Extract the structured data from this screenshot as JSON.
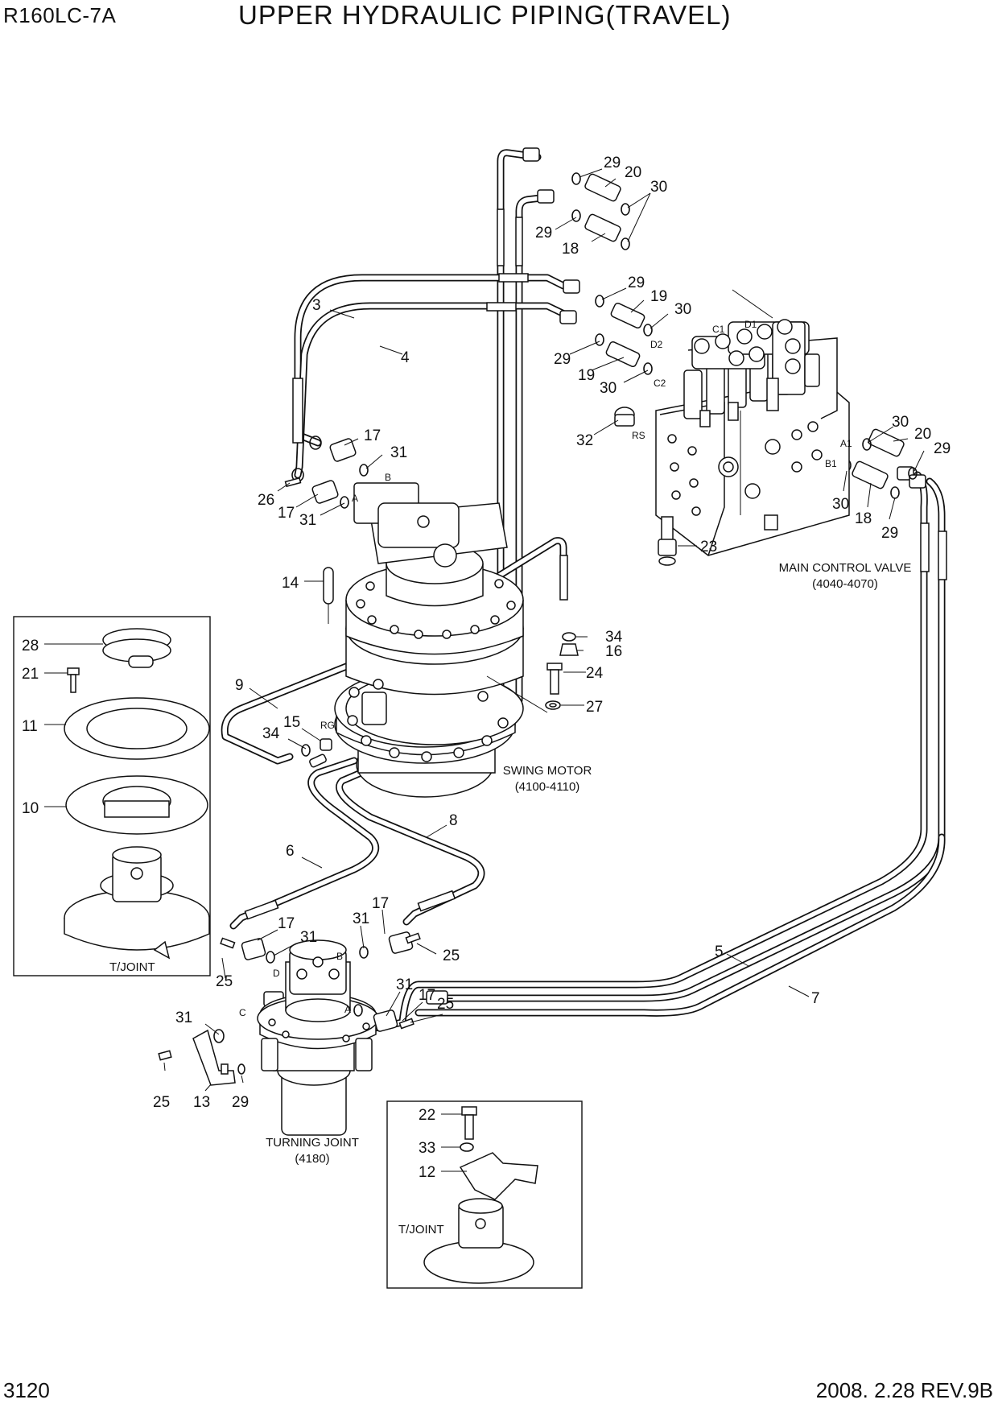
{
  "header": {
    "model": "R160LC-7A",
    "title": "UPPER HYDRAULIC PIPING(TRAVEL)"
  },
  "footer": {
    "page": "3120",
    "revision": "2008. 2.28  REV.9B"
  },
  "callouts": [
    {
      "id": "c29a",
      "label": "29"
    },
    {
      "id": "c20a",
      "label": "20"
    },
    {
      "id": "c30a",
      "label": "30"
    },
    {
      "id": "c29b",
      "label": "29"
    },
    {
      "id": "c18a",
      "label": "18"
    },
    {
      "id": "c29c",
      "label": "29"
    },
    {
      "id": "c19a",
      "label": "19"
    },
    {
      "id": "c30b",
      "label": "30"
    },
    {
      "id": "c29d",
      "label": "29"
    },
    {
      "id": "c19b",
      "label": "19"
    },
    {
      "id": "c30c",
      "label": "30"
    },
    {
      "id": "c3",
      "label": "3"
    },
    {
      "id": "c4",
      "label": "4"
    },
    {
      "id": "c17a",
      "label": "17"
    },
    {
      "id": "c31a",
      "label": "31"
    },
    {
      "id": "c26",
      "label": "26"
    },
    {
      "id": "c17b",
      "label": "17"
    },
    {
      "id": "c31b",
      "label": "31"
    },
    {
      "id": "c32",
      "label": "32"
    },
    {
      "id": "c30d",
      "label": "30"
    },
    {
      "id": "c20b",
      "label": "20"
    },
    {
      "id": "c29e",
      "label": "29"
    },
    {
      "id": "c30e",
      "label": "30"
    },
    {
      "id": "c18b",
      "label": "18"
    },
    {
      "id": "c29f",
      "label": "29"
    },
    {
      "id": "c23",
      "label": "23"
    },
    {
      "id": "c14",
      "label": "14"
    },
    {
      "id": "c34a",
      "label": "34"
    },
    {
      "id": "c16",
      "label": "16"
    },
    {
      "id": "c24",
      "label": "24"
    },
    {
      "id": "c27",
      "label": "27"
    },
    {
      "id": "c28",
      "label": "28"
    },
    {
      "id": "c21",
      "label": "21"
    },
    {
      "id": "c11",
      "label": "11"
    },
    {
      "id": "c10",
      "label": "10"
    },
    {
      "id": "c9",
      "label": "9"
    },
    {
      "id": "c34b",
      "label": "34"
    },
    {
      "id": "c15",
      "label": "15"
    },
    {
      "id": "c8",
      "label": "8"
    },
    {
      "id": "c6",
      "label": "6"
    },
    {
      "id": "c17c",
      "label": "17"
    },
    {
      "id": "c31c",
      "label": "31"
    },
    {
      "id": "c25a",
      "label": "25"
    },
    {
      "id": "c31d",
      "label": "31"
    },
    {
      "id": "c17d",
      "label": "17"
    },
    {
      "id": "c25b",
      "label": "25"
    },
    {
      "id": "c5",
      "label": "5"
    },
    {
      "id": "c7",
      "label": "7"
    },
    {
      "id": "c31e",
      "label": "31"
    },
    {
      "id": "c17e",
      "label": "17"
    },
    {
      "id": "c25c",
      "label": "25"
    },
    {
      "id": "c31f",
      "label": "31"
    },
    {
      "id": "c25d",
      "label": "25"
    },
    {
      "id": "c13",
      "label": "13"
    },
    {
      "id": "c29g",
      "label": "29"
    },
    {
      "id": "c22",
      "label": "22"
    },
    {
      "id": "c33",
      "label": "33"
    },
    {
      "id": "c12",
      "label": "12"
    }
  ],
  "ports": {
    "c1": "C1",
    "d1": "D1",
    "d2": "D2",
    "c2": "C2",
    "rs": "RS",
    "a1": "A1",
    "b1": "B1",
    "motor_b": "B",
    "motor_a": "A",
    "rg": "RG",
    "tj_b": "B",
    "tj_d": "D",
    "tj_a": "A",
    "tj_c": "C"
  },
  "captions": {
    "main_valve": "MAIN CONTROL VALVE",
    "main_valve_code": "(4040-4070)",
    "swing_motor": "SWING MOTOR",
    "swing_motor_code": "(4100-4110)",
    "turning_joint": "TURNING JOINT",
    "turning_joint_code": "(4180)",
    "inset_left": "T/JOINT",
    "inset_bottom": "T/JOINT"
  }
}
